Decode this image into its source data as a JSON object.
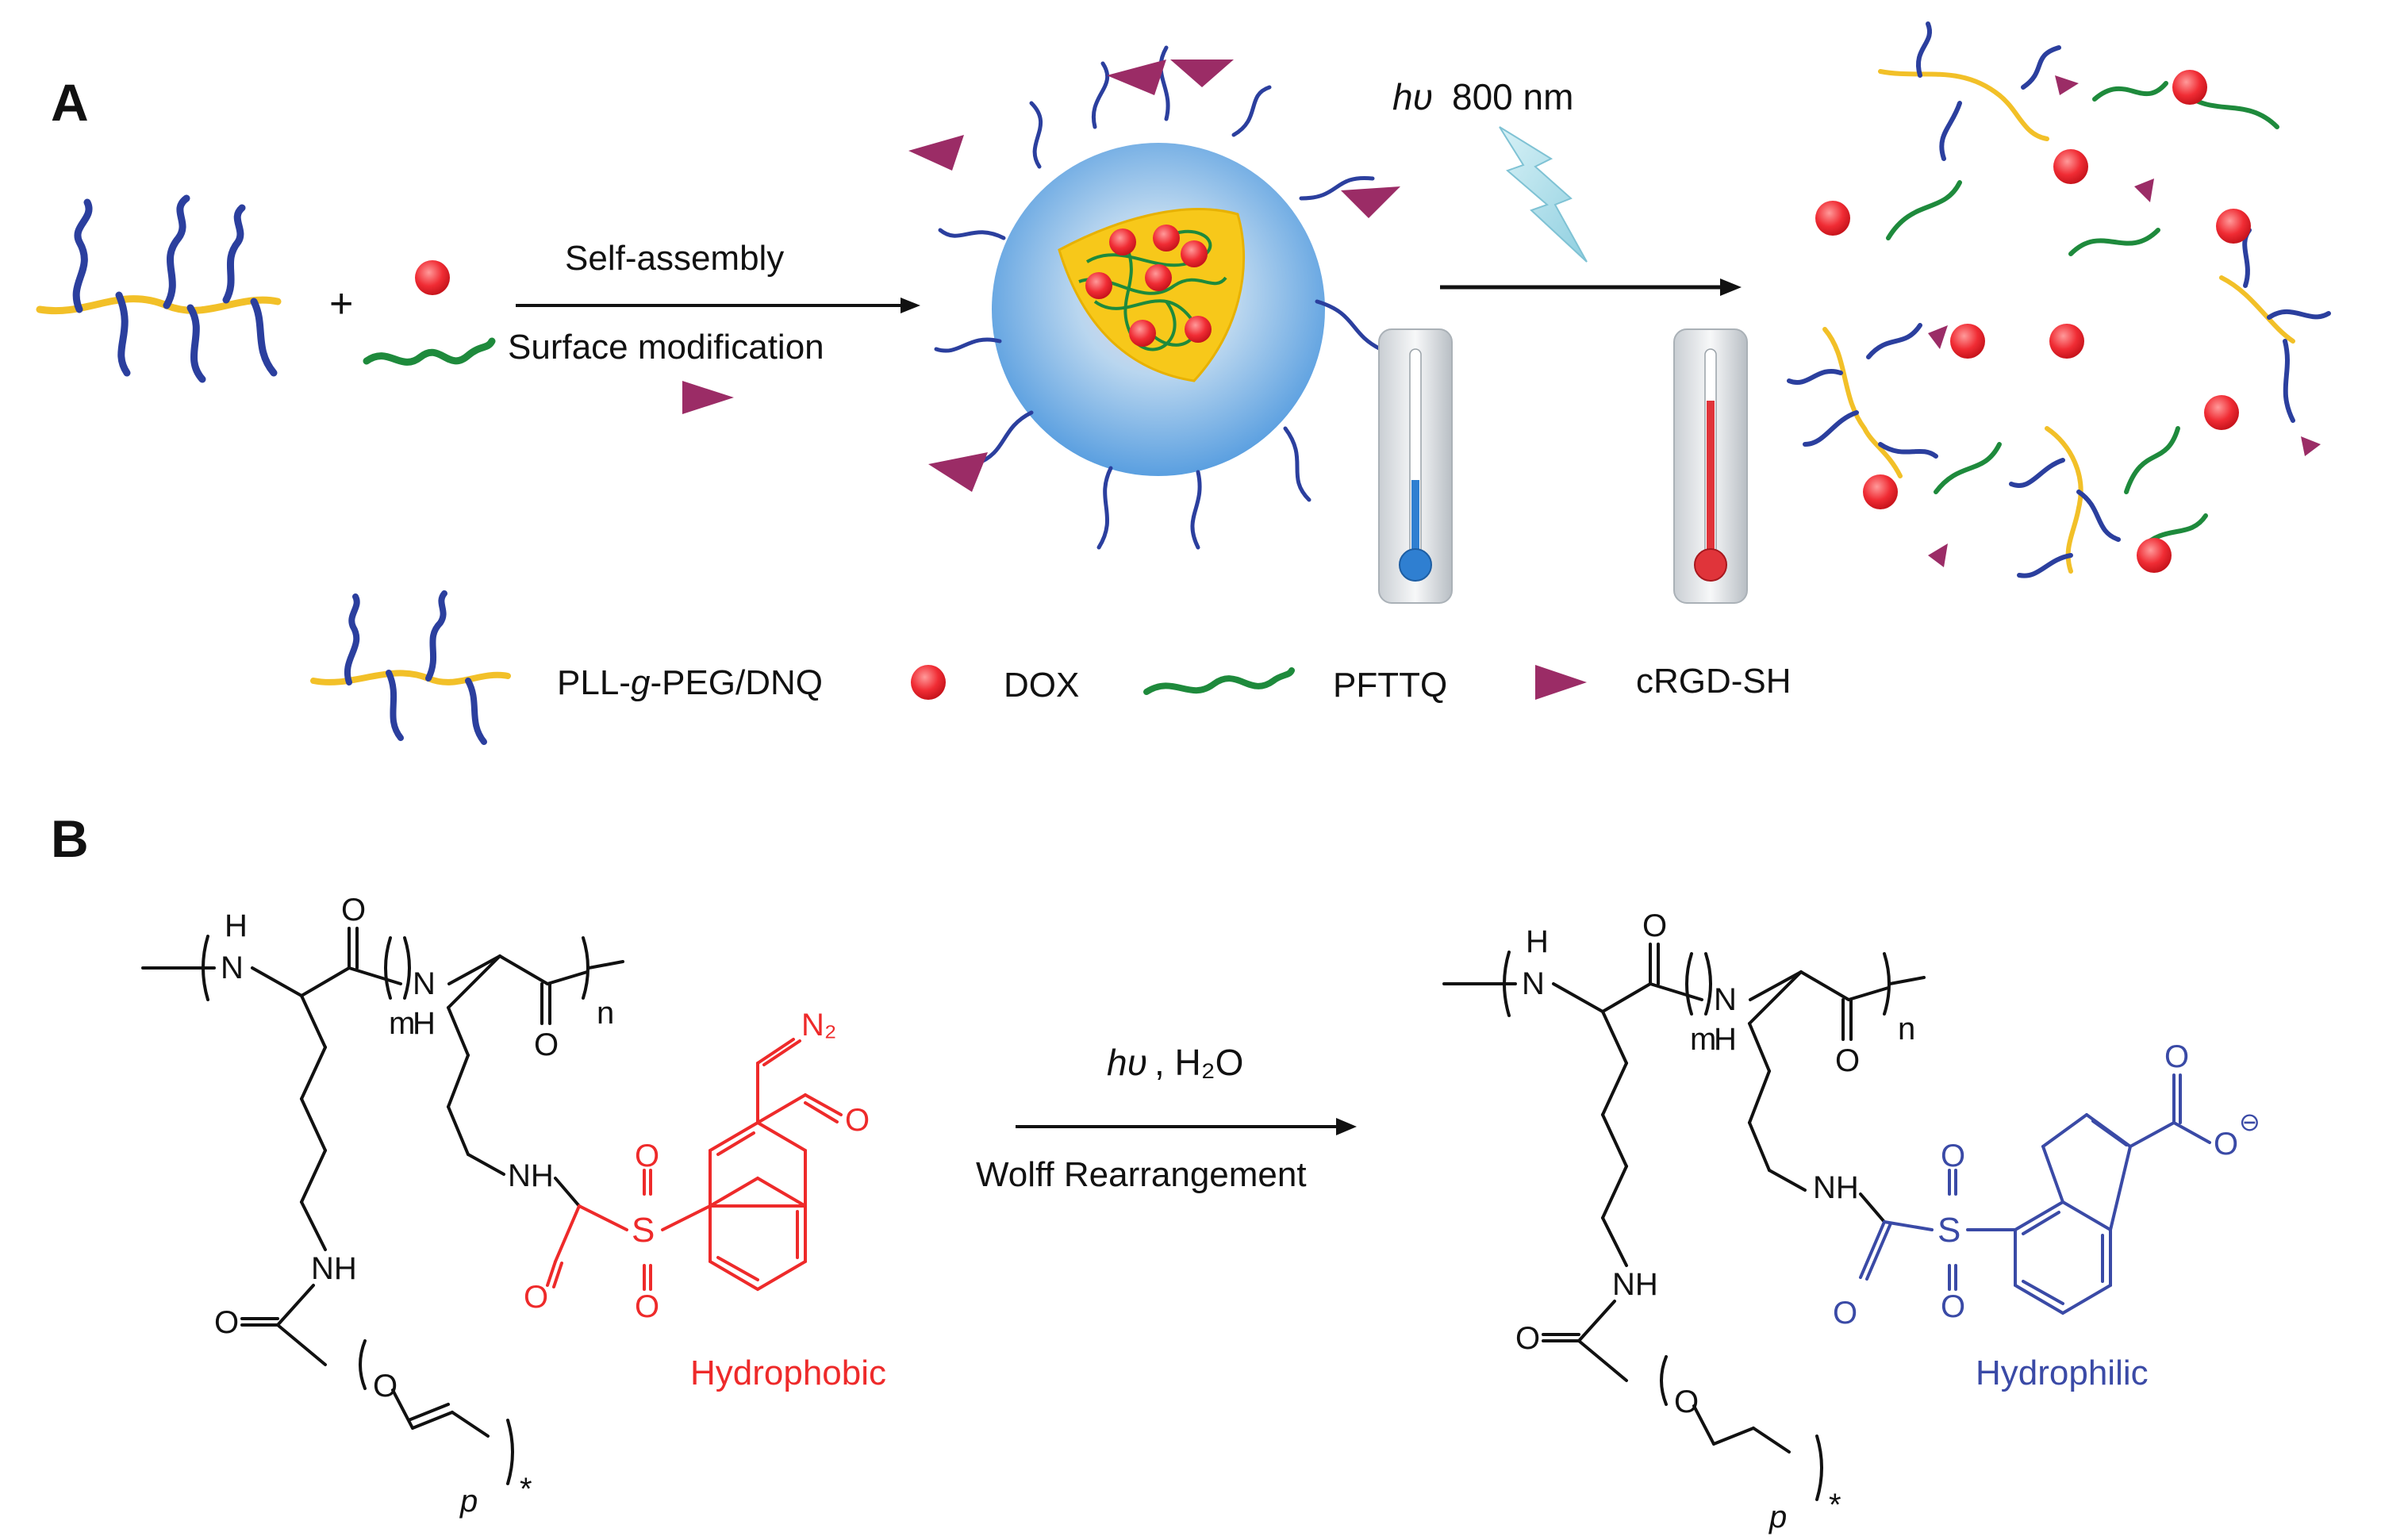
{
  "panel_a": {
    "label": "A",
    "arrow1_top": "Self-assembly",
    "arrow1_bottom": "Surface modification",
    "plus": "+",
    "light_symbol": "hυ",
    "light_value": "800 nm",
    "legend": [
      {
        "key": "PLL-g-PEG/DNQ",
        "prefix": "PLL-",
        "italic": "g",
        "suffix": "-PEG/DNQ"
      },
      {
        "key": "DOX"
      },
      {
        "key": "PFTTQ"
      },
      {
        "key": "cRGD-SH"
      }
    ],
    "colors": {
      "backbone": "#f2c028",
      "peg": "#2b3f9e",
      "dox": "#e8262e",
      "pfttq": "#1e8a3c",
      "crgd": "#9b2c66",
      "micelle": "#7fb6e8",
      "core": "#f7c81a",
      "bolt": "#a8dce8",
      "cold": "#2f7fd1",
      "hot": "#e0343a"
    }
  },
  "panel_b": {
    "label": "B",
    "arrow_top_symbol": "hυ",
    "arrow_top_rest": ", H₂O",
    "arrow_bottom": "Wolff Rearrangement",
    "left_tag": "Hydrophobic",
    "right_tag": "Hydrophilic",
    "atoms": {
      "H": "H",
      "N": "N",
      "NH": "NH",
      "O": "O",
      "N2": "N₂",
      "S": "S",
      "m": "m",
      "n": "n",
      "p": "p",
      "star": "*",
      "minus": "⊖"
    },
    "colors": {
      "hydrophobic": "#ee2a2a",
      "hydrophilic": "#3a4aa6"
    }
  }
}
